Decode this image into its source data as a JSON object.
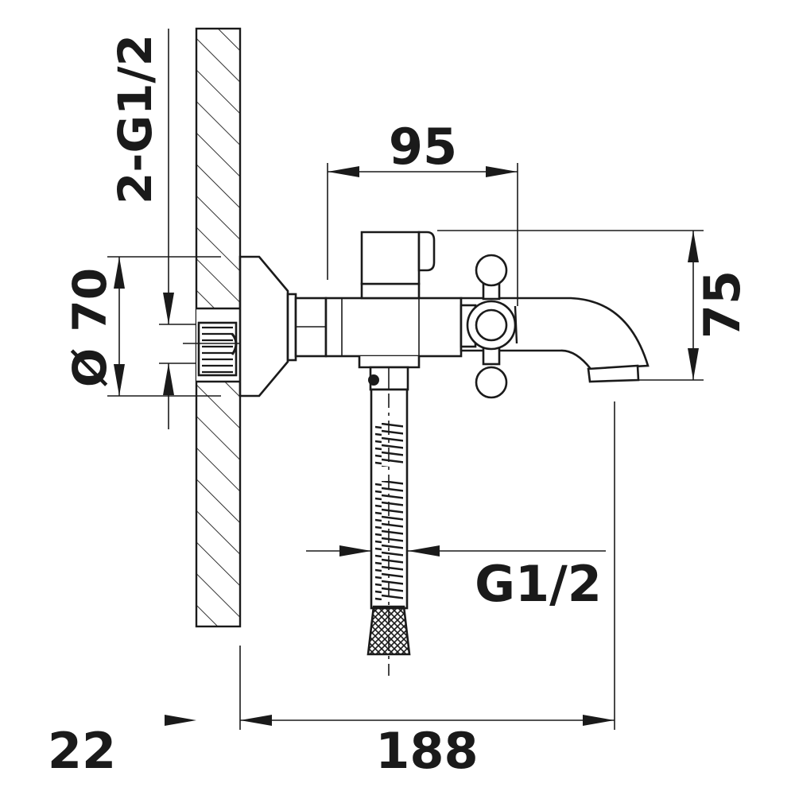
{
  "dimensions": {
    "inlet_thread": "2-G1/2",
    "flange_diameter": "Ø 70",
    "lever_offset": "95",
    "spout_height": "75",
    "hose_thread": "G1/2",
    "wall_thickness": "22",
    "overall_projection": "188"
  },
  "colors": {
    "line": "#1a1a1a",
    "background": "#ffffff"
  }
}
